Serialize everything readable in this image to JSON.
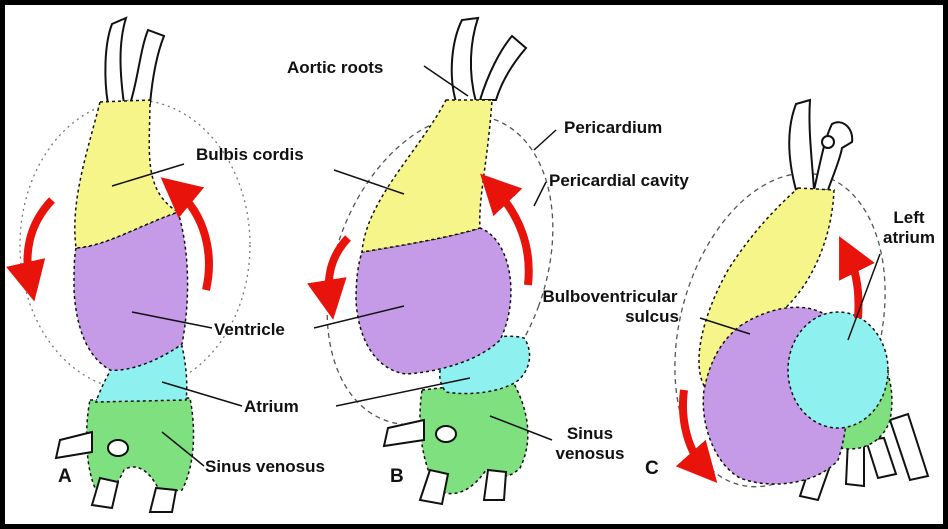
{
  "labels": {
    "aortic_roots": "Aortic roots",
    "pericardium": "Pericardium",
    "bulbis_cordis": "Bulbis cordis",
    "pericardial_cavity": "Pericardial cavity",
    "left_atrium_l1": "Left",
    "left_atrium_l2": "atrium",
    "bulboventricular_l1": "Bulboventricular",
    "bulboventricular_l2": "sulcus",
    "ventricle": "Ventricle",
    "atrium": "Atrium",
    "sinus_venosus": "Sinus venosus",
    "sinus_l1": "Sinus",
    "sinus_l2": "venosus"
  },
  "panels": {
    "a": "A",
    "b": "B",
    "c": "C"
  },
  "colors": {
    "bulbis_cordis": "#f5f58a",
    "ventricle": "#c59be8",
    "atrium": "#8ff0f0",
    "sinus_venosus": "#7fe07f",
    "arrow": "#e8140c",
    "vessel": "#ffffff",
    "outline": "#111111"
  }
}
